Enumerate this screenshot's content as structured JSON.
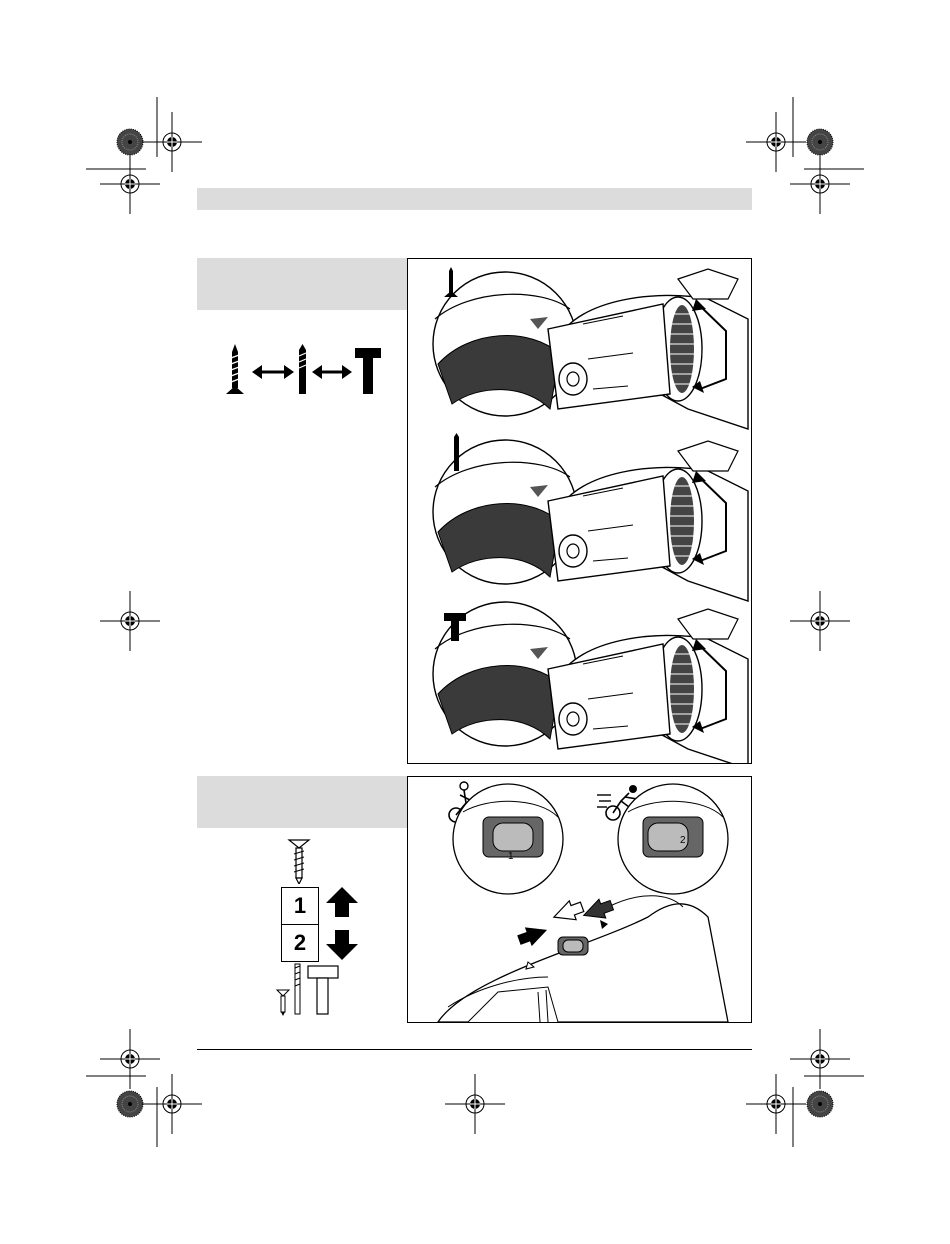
{
  "page": {
    "background": "#ffffff",
    "panel_grey": "#dcdcdc"
  },
  "settings_section": {
    "modes": [
      "screw-icon",
      "drill-bit-icon",
      "hammer-icon"
    ]
  },
  "gear_section": {
    "gear_1_label": "1",
    "gear_2_label": "2",
    "icons": [
      "screw-icon",
      "up-arrow-icon",
      "down-arrow-icon",
      "drill-bit-icon",
      "hammer-icon"
    ]
  },
  "gear_panel": {
    "icons": [
      "cyclist-slow-icon",
      "cyclist-fast-icon"
    ],
    "dial_labels": [
      "1",
      "2"
    ]
  }
}
